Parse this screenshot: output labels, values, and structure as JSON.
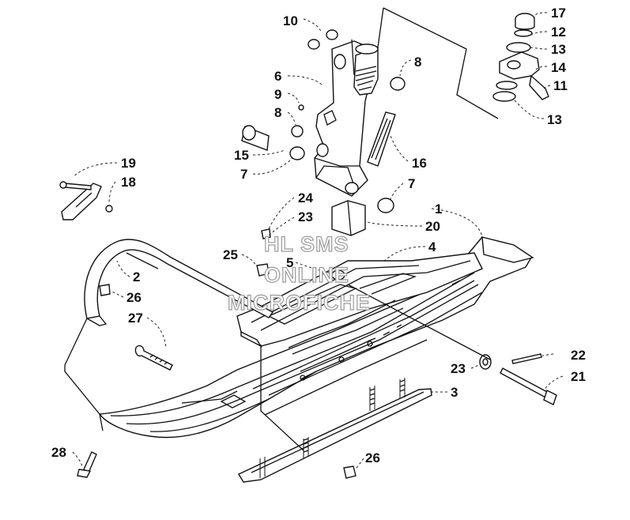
{
  "watermark": {
    "line1": "HL SMS",
    "line2": "ONLINE",
    "line3": "MICROFICHE"
  },
  "callouts": [
    {
      "id": "c10",
      "text": "10"
    },
    {
      "id": "c17",
      "text": "17"
    },
    {
      "id": "c12",
      "text": "12"
    },
    {
      "id": "c13a",
      "text": "13"
    },
    {
      "id": "c14",
      "text": "14"
    },
    {
      "id": "c11",
      "text": "11"
    },
    {
      "id": "c13b",
      "text": "13"
    },
    {
      "id": "c8a",
      "text": "8"
    },
    {
      "id": "c6",
      "text": "6"
    },
    {
      "id": "c9",
      "text": "9"
    },
    {
      "id": "c8b",
      "text": "8"
    },
    {
      "id": "c15",
      "text": "15"
    },
    {
      "id": "c7a",
      "text": "7"
    },
    {
      "id": "c16",
      "text": "16"
    },
    {
      "id": "c7b",
      "text": "7"
    },
    {
      "id": "c19",
      "text": "19"
    },
    {
      "id": "c18",
      "text": "18"
    },
    {
      "id": "c24",
      "text": "24"
    },
    {
      "id": "c23a",
      "text": "23"
    },
    {
      "id": "c1",
      "text": "1"
    },
    {
      "id": "c20",
      "text": "20"
    },
    {
      "id": "c25",
      "text": "25"
    },
    {
      "id": "c5",
      "text": "5"
    },
    {
      "id": "c4",
      "text": "4"
    },
    {
      "id": "c2",
      "text": "2"
    },
    {
      "id": "c26a",
      "text": "26"
    },
    {
      "id": "c27",
      "text": "27"
    },
    {
      "id": "c22",
      "text": "22"
    },
    {
      "id": "c23b",
      "text": "23"
    },
    {
      "id": "c21",
      "text": "21"
    },
    {
      "id": "c3",
      "text": "3"
    },
    {
      "id": "c28",
      "text": "28"
    },
    {
      "id": "c26b",
      "text": "26"
    }
  ]
}
